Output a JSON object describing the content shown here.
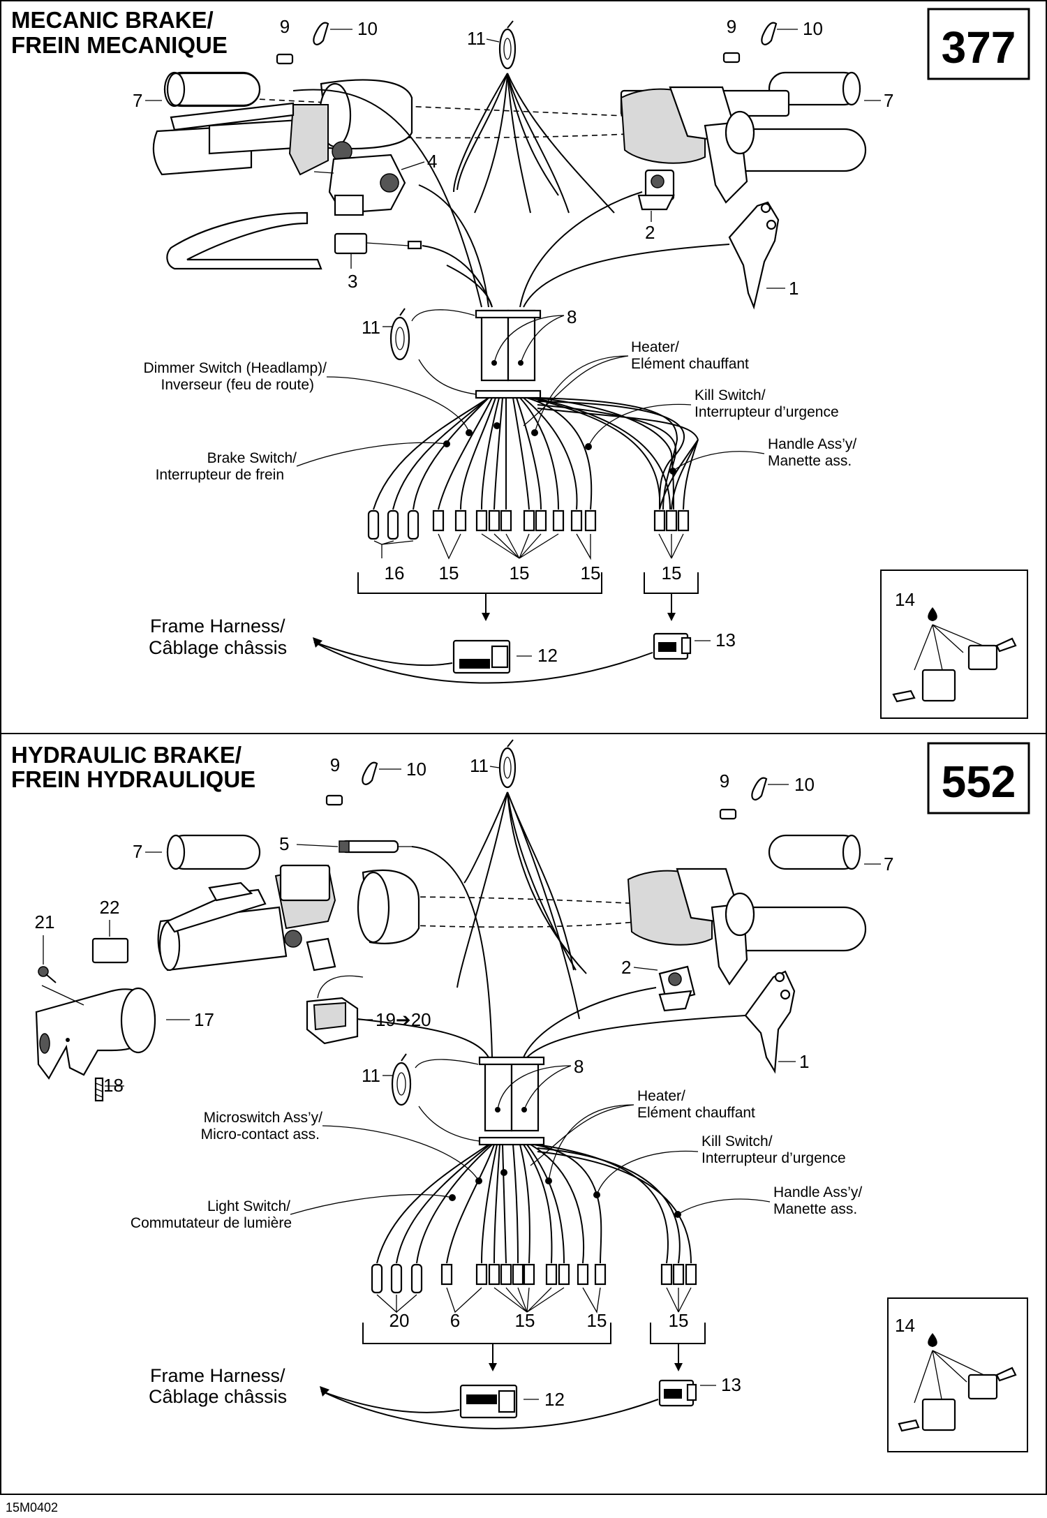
{
  "top": {
    "title_line1": "MECANIC BRAKE/",
    "title_line2": "FREIN MECANIQUE",
    "number": "377",
    "callouts": {
      "c9a": "9",
      "c10a": "10",
      "c11a": "11",
      "c9b": "9",
      "c10b": "10",
      "c7a": "7",
      "c7b": "7",
      "c4": "4",
      "c2": "2",
      "c3": "3",
      "c1": "1",
      "c11b": "11",
      "c8": "8",
      "c16": "16",
      "c15a": "15",
      "c15b": "15",
      "c15c": "15",
      "c15d": "15",
      "c12": "12",
      "c13": "13",
      "c14": "14"
    },
    "labels": {
      "dimmer1": "Dimmer Switch (Headlamp)/",
      "dimmer2": "Inverseur (feu de route)",
      "heater1": "Heater/",
      "heater2": "Elément chauffant",
      "kill1": "Kill Switch/",
      "kill2": "Interrupteur d’urgence",
      "brake1": "Brake Switch/",
      "brake2": "Interrupteur de frein",
      "handle1": "Handle Ass’y/",
      "handle2": "Manette ass.",
      "frame1": "Frame Harness/",
      "frame2": "Câblage châssis"
    }
  },
  "bottom": {
    "title_line1": "HYDRAULIC BRAKE/",
    "title_line2": "FREIN HYDRAULIQUE",
    "number": "552",
    "callouts": {
      "c9a": "9",
      "c10a": "10",
      "c11a": "11",
      "c9b": "9",
      "c10b": "10",
      "c7a": "7",
      "c7b": "7",
      "c5": "5",
      "c22": "22",
      "c21": "21",
      "c2": "2",
      "c17": "17",
      "c19": "19➔20",
      "c1": "1",
      "c11b": "11",
      "c8": "8",
      "c18": "18",
      "c20": "20",
      "c6": "6",
      "c15a": "15",
      "c15b": "15",
      "c15c": "15",
      "c12": "12",
      "c13": "13",
      "c14": "14"
    },
    "labels": {
      "micro1": "Microswitch Ass’y/",
      "micro2": "Micro-contact ass.",
      "heater1": "Heater/",
      "heater2": "Elément chauffant",
      "kill1": "Kill Switch/",
      "kill2": "Interrupteur d’urgence",
      "light1": "Light Switch/",
      "light2": "Commutateur de lumière",
      "handle1": "Handle Ass’y/",
      "handle2": "Manette ass.",
      "frame1": "Frame Harness/",
      "frame2": "Câblage châssis"
    }
  },
  "footer": {
    "code": "15M0402"
  }
}
